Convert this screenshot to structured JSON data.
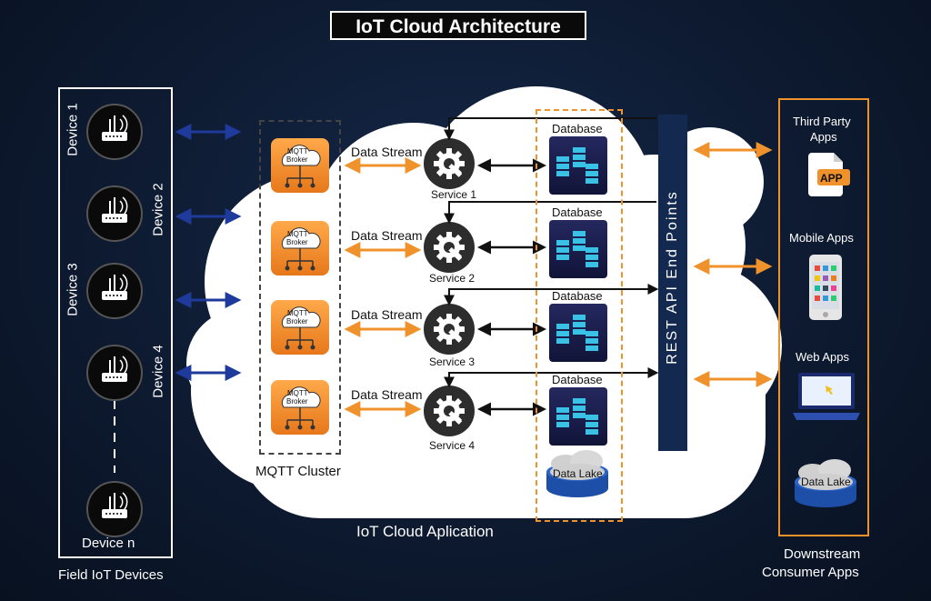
{
  "title": "IoT Cloud Architecture",
  "devices": {
    "labels": [
      "Device 1",
      "Device 2",
      "Device 3",
      "Device 4",
      "Device n"
    ],
    "caption": "Field IoT Devices"
  },
  "mqtt": {
    "broker_label_line1": "MQTT",
    "broker_label_line2": "Broker",
    "cluster_label": "MQTT Cluster"
  },
  "streams": [
    "Data Stream",
    "Data Stream",
    "Data Stream",
    "Data Stream"
  ],
  "services": [
    "Service 1",
    "Service 2",
    "Service 3",
    "Service 4"
  ],
  "databases": [
    "Database",
    "Database",
    "Database",
    "Database"
  ],
  "data_lake": "Data Lake",
  "rest_api": "REST  API  End  Points",
  "cloud_label": "IoT Cloud Aplication",
  "consumers": {
    "third_party_line1": "Third Party",
    "third_party_line2": "Apps",
    "app_badge": "APP",
    "mobile": "Mobile Apps",
    "web": "Web Apps",
    "data_lake": "Data Lake",
    "caption_line1": "Downstream",
    "caption_line2": "Consumer Apps"
  },
  "colors": {
    "orange": "#f0922b",
    "navy_arrow": "#1e3a9a",
    "rest_bar": "#13294f",
    "service_circle": "#2d2d2d"
  }
}
